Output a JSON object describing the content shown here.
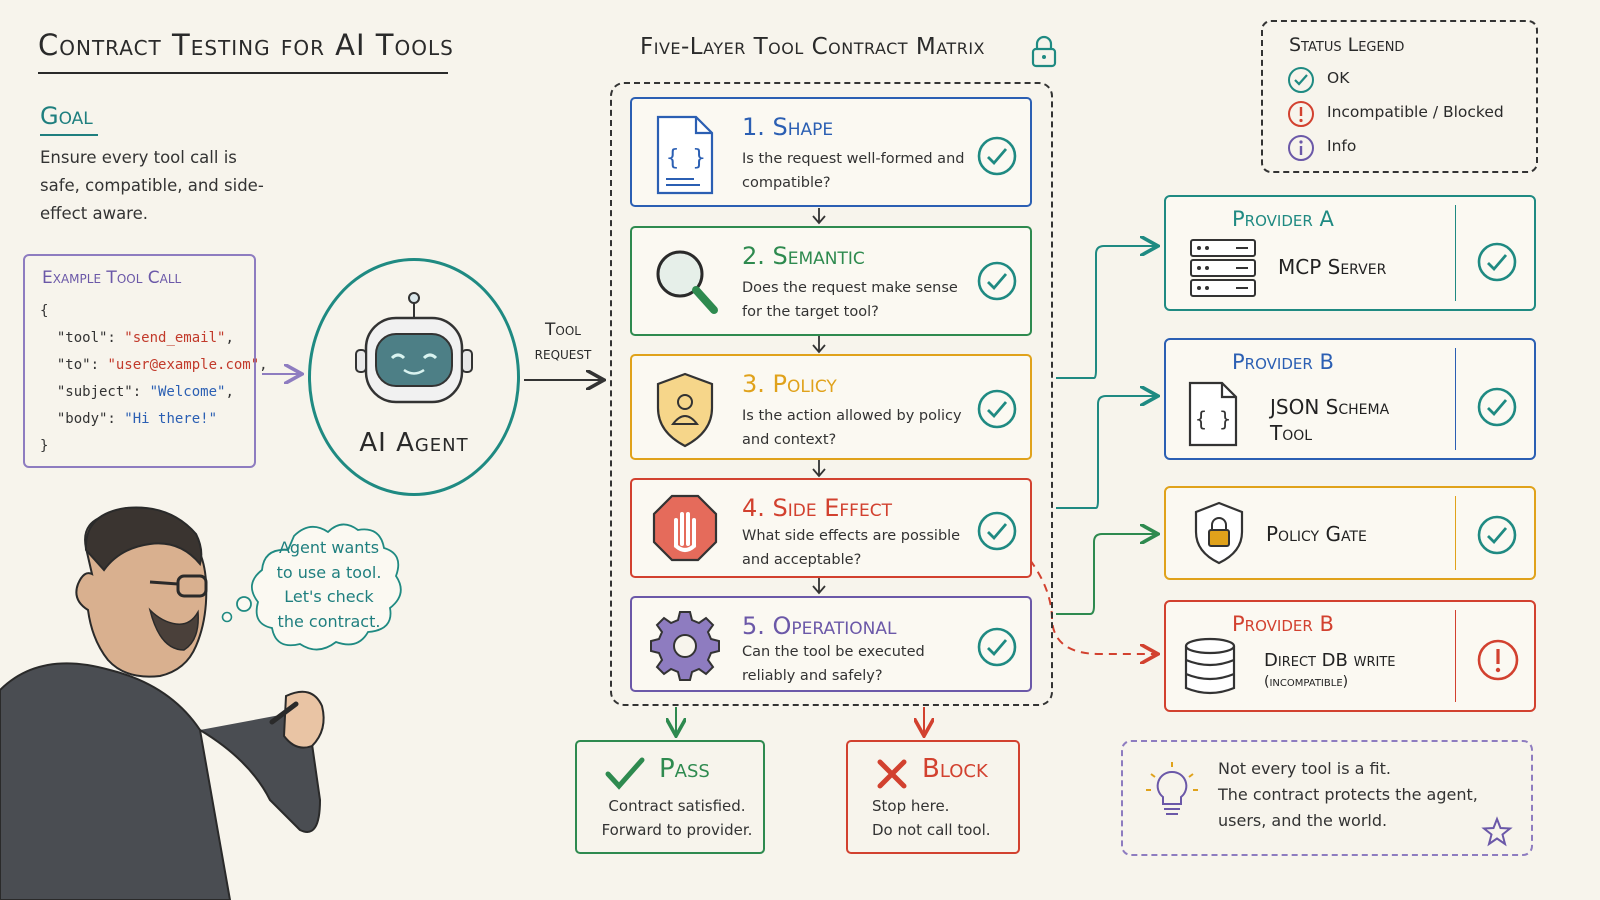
{
  "title": "Contract Testing for AI Tools",
  "goal": {
    "heading": "Goal",
    "text": "Ensure every tool call is safe, compatible, and side-effect aware."
  },
  "tool_call": {
    "heading": "Example Tool Call",
    "open_brace": "{",
    "close_brace": "}",
    "fields": [
      {
        "key": "\"tool\": ",
        "value": "\"send_email\"",
        "suffix": ","
      },
      {
        "key": "\"to\": ",
        "value": "\"user@example.com\"",
        "suffix": ","
      },
      {
        "key": "\"subject\": ",
        "value": "\"Welcome\"",
        "suffix": ","
      },
      {
        "key": "\"body\": ",
        "value": "\"Hi there!\"",
        "suffix": ""
      }
    ]
  },
  "agent": {
    "label": "AI Agent"
  },
  "request_label": "Tool request",
  "matrix": {
    "title": "Five-Layer Tool Contract Matrix",
    "layers": [
      {
        "title": "1. Shape",
        "desc": "Is the request well-formed and compatible?",
        "color": "#2b5fb3",
        "icon": "json-doc-icon",
        "status": "ok"
      },
      {
        "title": "2. Semantic",
        "desc": "Does the request make sense for the target tool?",
        "color": "#2e8a4f",
        "icon": "magnifier-icon",
        "status": "ok"
      },
      {
        "title": "3. Policy",
        "desc": "Is the action allowed by policy and context?",
        "color": "#e0a21b",
        "icon": "shield-user-icon",
        "status": "ok"
      },
      {
        "title": "4. Side Effect",
        "desc": "What side effects are possible and acceptable?",
        "color": "#d2412f",
        "icon": "stop-hand-icon",
        "status": "ok"
      },
      {
        "title": "5. Operational",
        "desc": "Can the tool be executed reliably and safely?",
        "color": "#6b58a8",
        "icon": "gear-icon",
        "status": "ok"
      }
    ]
  },
  "outcomes": {
    "pass": {
      "title": "Pass",
      "line1": "Contract satisfied.",
      "line2": "Forward to provider.",
      "color": "#2e8a4f"
    },
    "block": {
      "title": "Block",
      "line1": "Stop here.",
      "line2": "Do not call tool.",
      "color": "#d2412f"
    }
  },
  "legend": {
    "title": "Status Legend",
    "items": [
      {
        "label": "OK",
        "icon": "check-circle-icon",
        "color": "#1f8a82"
      },
      {
        "label": "Incompatible / Blocked",
        "icon": "alert-circle-icon",
        "color": "#d2412f"
      },
      {
        "label": "Info",
        "icon": "info-circle-icon",
        "color": "#6b58a8"
      }
    ]
  },
  "providers": [
    {
      "title": "Provider A",
      "name": "MCP Server",
      "sub": "",
      "color": "#1f8a82",
      "icon": "server-icon",
      "status": "ok"
    },
    {
      "title": "Provider B",
      "name": "JSON Schema Tool",
      "sub": "",
      "color": "#2b5fb3",
      "icon": "json-doc-icon",
      "status": "ok"
    },
    {
      "title": "",
      "name": "Policy Gate",
      "sub": "",
      "color": "#e0a21b",
      "icon": "shield-lock-icon",
      "status": "ok"
    },
    {
      "title": "Provider B",
      "name": "Direct DB write",
      "sub": "(incompatible)",
      "color": "#d2412f",
      "icon": "database-icon",
      "status": "blocked"
    }
  ],
  "tip": {
    "line1": "Not every tool is a fit.",
    "line2": "The contract protects the agent,",
    "line3": "users, and the world."
  },
  "thought": {
    "line1": "Agent wants",
    "line2": "to use a tool.",
    "line3": "Let's check",
    "line4": "the contract."
  },
  "colors": {
    "teal": "#1f8a82",
    "blue": "#2b5fb3",
    "green": "#2e8a4f",
    "amber": "#e0a21b",
    "red": "#d2412f",
    "purple": "#6b58a8",
    "paper": "#f7f4ec"
  }
}
